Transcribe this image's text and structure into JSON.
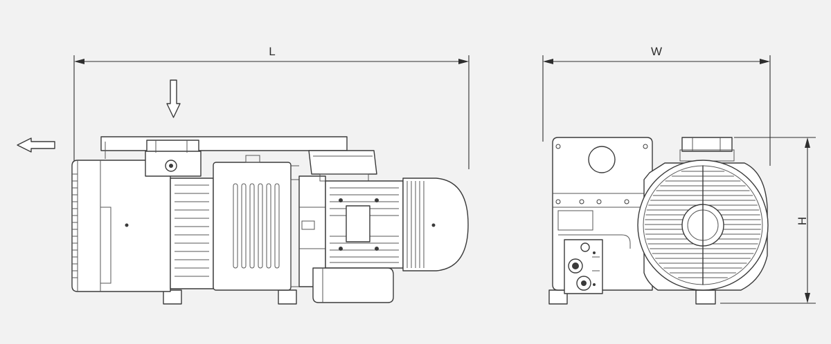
{
  "dimensions": {
    "length_label": "L",
    "width_label": "W",
    "height_label": "H"
  },
  "colors": {
    "background": "#f2f2f2",
    "line": "#3a3a3a",
    "fill": "#ffffff"
  }
}
